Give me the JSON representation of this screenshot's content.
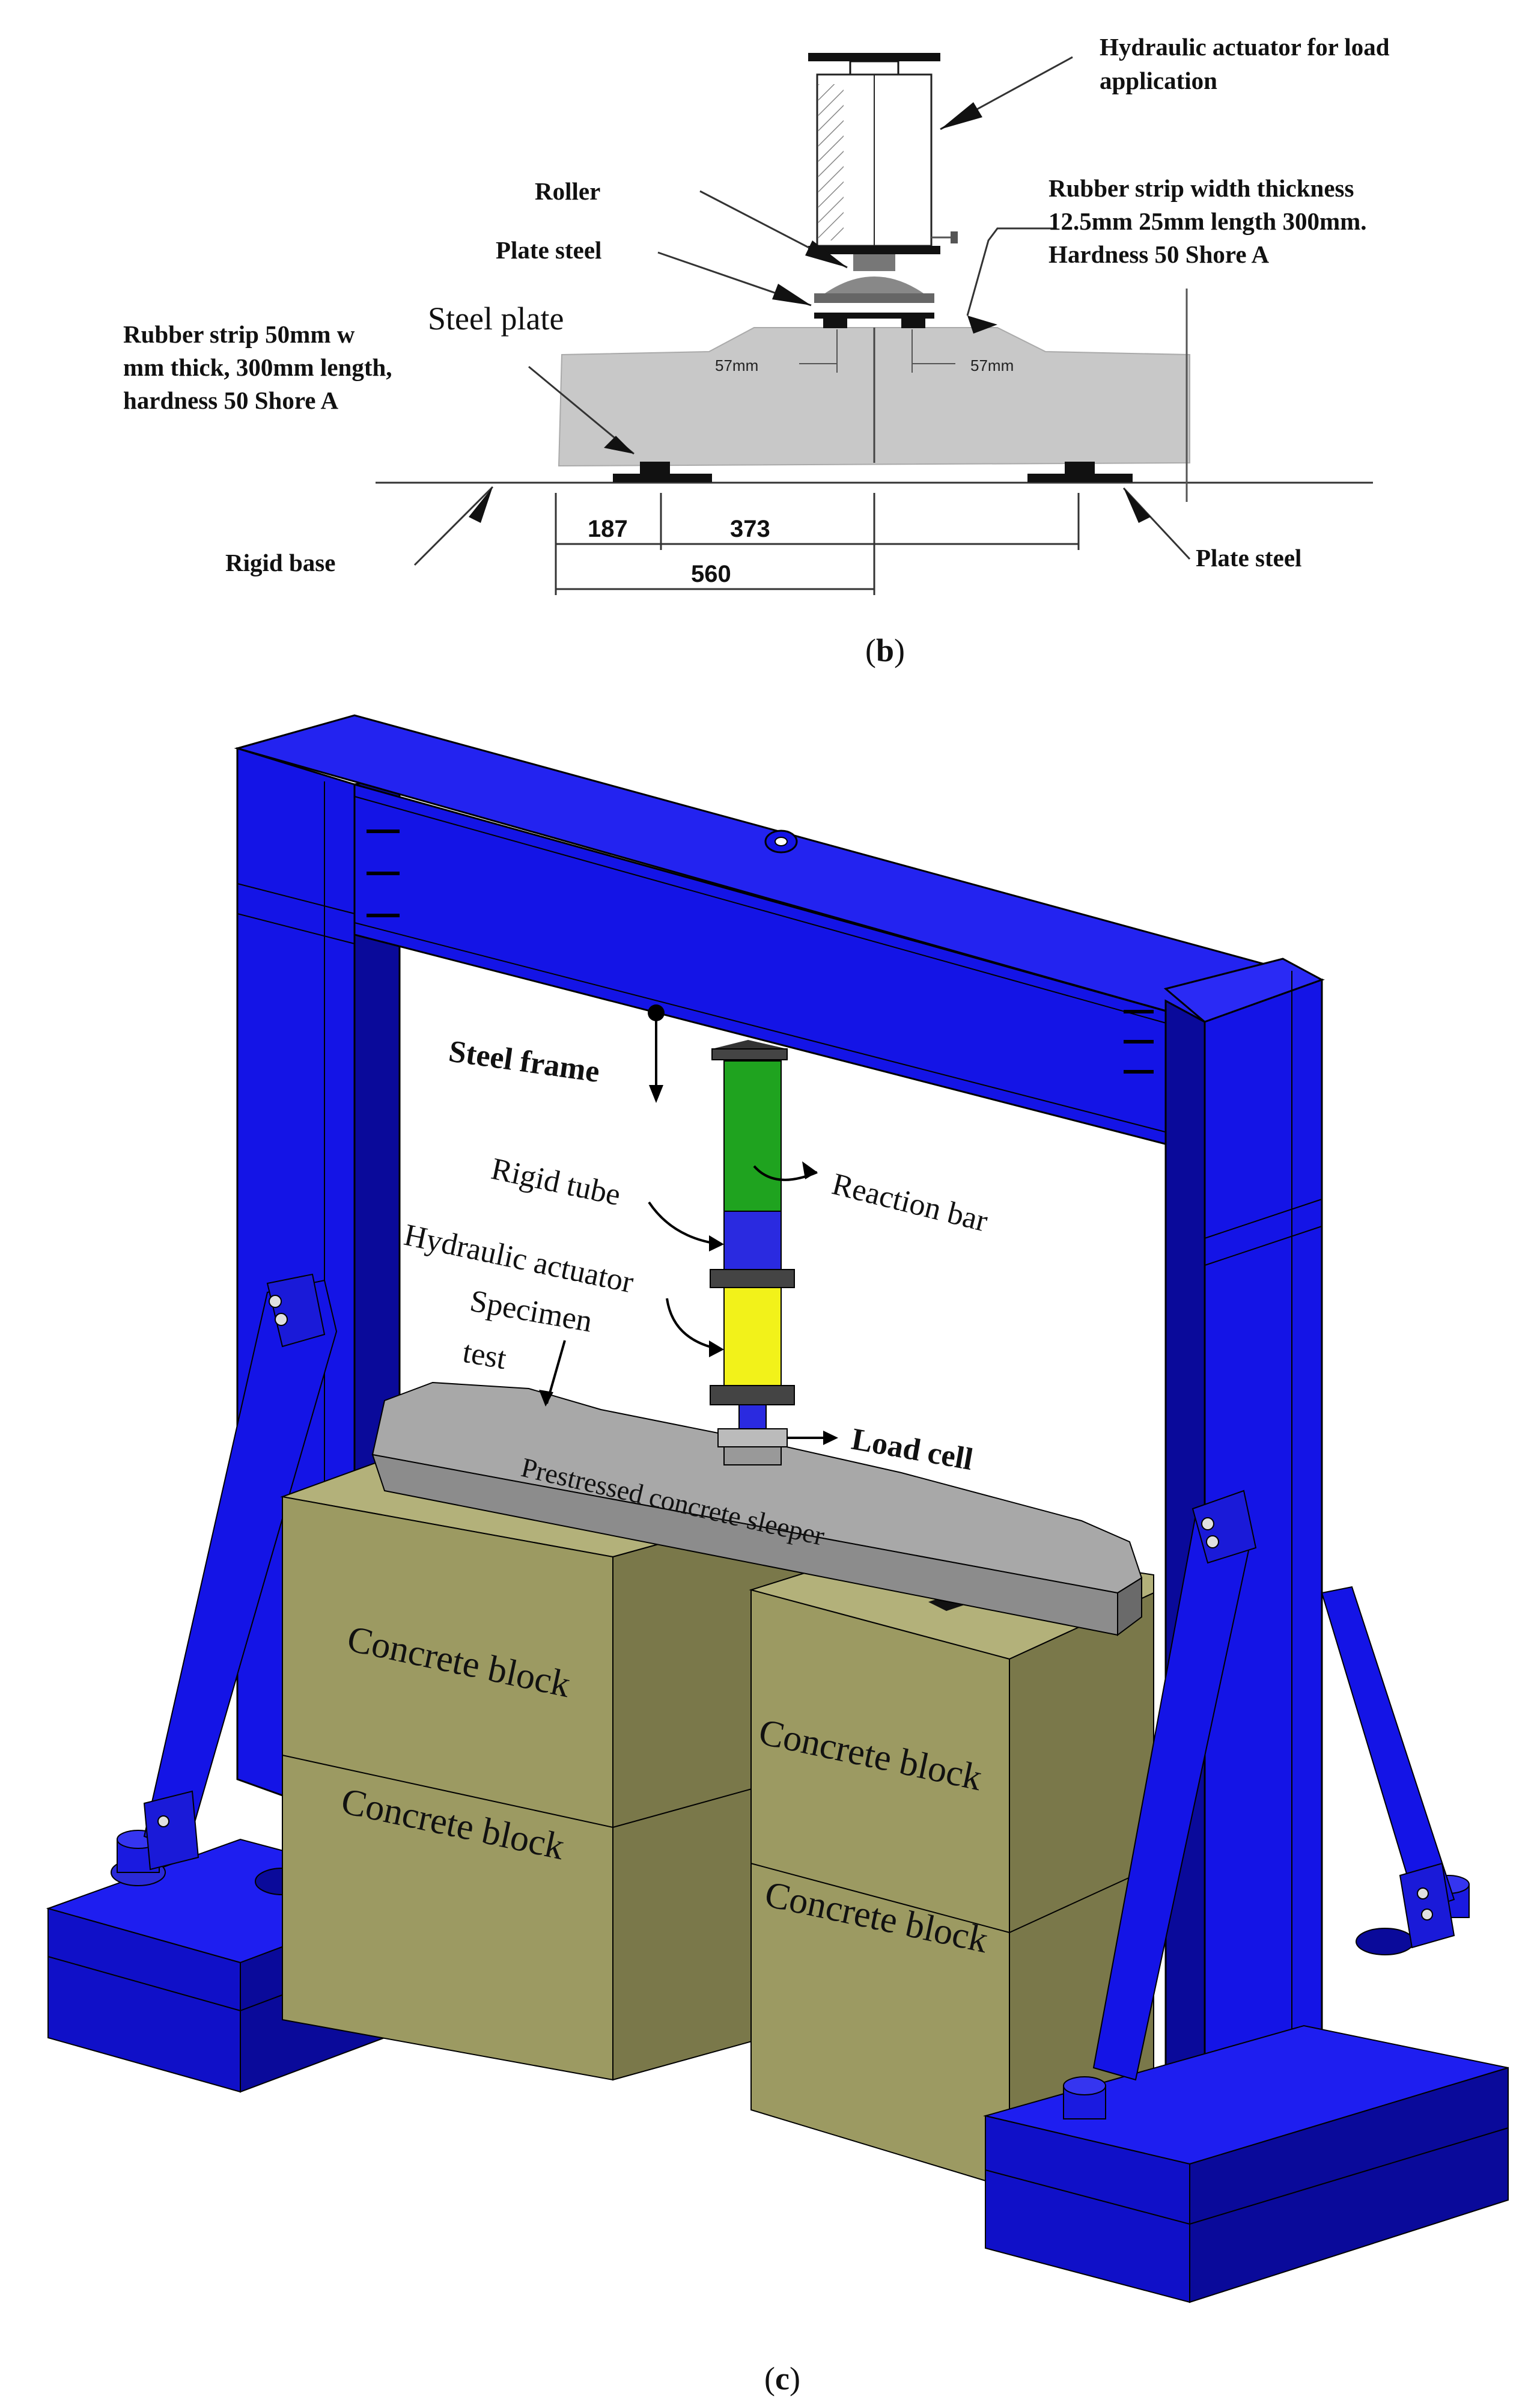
{
  "panel_b": {
    "caption_open": "(",
    "caption_letter": "b",
    "caption_close": ")",
    "labels": {
      "actuator_line1": "Hydraulic actuator for load",
      "actuator_line2": "application",
      "roller": "Roller",
      "plate_steel_top": "Plate steel",
      "rubber_top_line1": "Rubber strip width thickness",
      "rubber_top_line2": "12.5mm 25mm length 300mm.",
      "rubber_top_line3": "Hardness 50 Shore A",
      "steel_plate": "Steel plate",
      "rubber_left_line1": "Rubber strip 50mm w",
      "rubber_left_line2": "mm thick, 300mm length,",
      "rubber_left_line3": "hardness 50 Shore A",
      "rigid_base": "Rigid base",
      "plate_steel_right": "Plate steel"
    },
    "dimensions": {
      "d187": "187",
      "d373": "373",
      "d560": "560",
      "d57_left": "57mm",
      "d57_right": "57mm"
    }
  },
  "panel_c": {
    "caption_open": "(",
    "caption_letter": "c",
    "caption_close": ")",
    "labels": {
      "steel_frame": "Steel frame",
      "reaction_bar": "Reaction bar",
      "rigid_tube": "Rigid tube",
      "hydraulic_actuator": "Hydraulic actuator",
      "specimen_line1": "Specimen",
      "specimen_line2": "test",
      "load_cell": "Load cell",
      "sleeper": "Prestressed concrete sleeper",
      "block_1": "Concrete block",
      "block_2": "Concrete block",
      "block_3": "Concrete block",
      "block_4": "Concrete block"
    },
    "colors": {
      "frame_blue": "#1414e6",
      "frame_dark": "#0a0a9a",
      "reaction_green": "#1fa31f",
      "actuator_yellow": "#f2f21a",
      "tube_blue": "#2a2ae0",
      "block_face": "#9c9a62",
      "block_side": "#7a784a",
      "block_top": "#b3b17a",
      "sleeper_gray": "#8c8c8c"
    }
  }
}
